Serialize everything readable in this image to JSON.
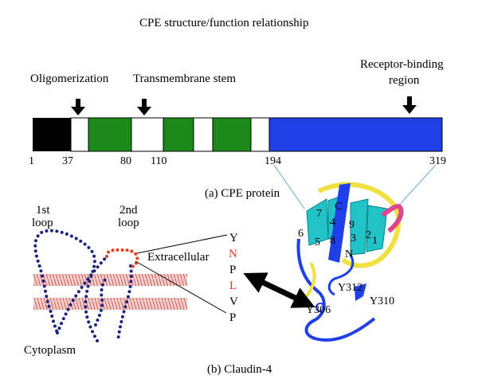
{
  "title": "CPE structure/function relationship",
  "labels": {
    "oligomerization": "Oligomerization",
    "transmembrane": "Transmembrane stem",
    "receptor_line1": "Receptor-binding",
    "receptor_line2": "region",
    "cpe_protein": "(a) CPE protein",
    "claudin": "(b) Claudin-4",
    "loop1_line1": "1st",
    "loop1_line2": "loop",
    "loop2_line1": "2nd",
    "loop2_line2": "loop",
    "extracellular": "Extracellular",
    "cytoplasm": "Cytoplasm"
  },
  "bar_ticks": [
    "1",
    "37",
    "80",
    "110",
    "194",
    "319"
  ],
  "colors": {
    "black": "#000000",
    "green": "#1b8a1b",
    "blue": "#1f3fe8",
    "membrane": "#d46a6a",
    "dots": "#1a237e",
    "loop_red": "#f03b1c",
    "cyan": "#1fc3c8",
    "yellow": "#f0e040",
    "pink": "#e0478a"
  },
  "sequence": [
    {
      "letter": "Y",
      "highlight": false
    },
    {
      "letter": "N",
      "highlight": true
    },
    {
      "letter": "P",
      "highlight": false
    },
    {
      "letter": "L",
      "highlight": true
    },
    {
      "letter": "V",
      "highlight": false
    },
    {
      "letter": "P",
      "highlight": false
    }
  ],
  "strand_numbers": [
    "7",
    "C",
    "6",
    "4",
    "9",
    "5",
    "8",
    "3",
    "2",
    "1",
    "N"
  ],
  "residues": [
    "Y312",
    "Y310",
    "Y306"
  ]
}
